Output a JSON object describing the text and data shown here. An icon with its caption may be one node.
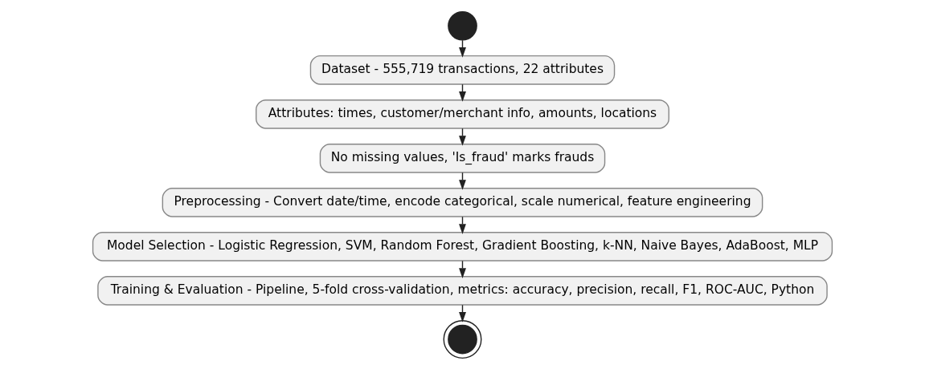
{
  "diagram": {
    "nodes": [
      {
        "text": [],
        "shape": "circle"
      },
      {
        "text": [
          "Dataset - 555,719 transactions, 22 attributes"
        ]
      },
      {
        "text": [
          "Attributes: times, customer/merchant info, amounts, locations"
        ]
      },
      {
        "text": [
          "No missing values, 'Is_fraud' marks frauds"
        ]
      },
      {
        "text": [
          "Preprocessing - Convert date/time, encode categorical, scale numerical, feature engineering"
        ]
      },
      {
        "text": [
          "Model Selection - Logistic Regression, SVM, Random Forest, Gradient Boosting, k-NN, Naive Bayes, AdaBoost, MLP"
        ]
      },
      {
        "text": [
          "Training & Evaluation - Pipeline, 5-fold cross-validation, metrics: accuracy, precision, recall, F1, ROC-AUC, Python"
        ]
      },
      {
        "text": [],
        "shape": "bullseye"
      }
    ],
    "edges": [
      {
        "from": 0,
        "to": 1,
        "arrow": "to"
      },
      {
        "from": 1,
        "to": 2,
        "arrow": "to"
      },
      {
        "from": 2,
        "to": 3,
        "arrow": "to"
      },
      {
        "from": 3,
        "to": 4,
        "arrow": "to"
      },
      {
        "from": 4,
        "to": 5,
        "arrow": "to"
      },
      {
        "from": 5,
        "to": 6,
        "arrow": "to"
      },
      {
        "from": 6,
        "to": 7,
        "arrow": "to"
      }
    ]
  }
}
